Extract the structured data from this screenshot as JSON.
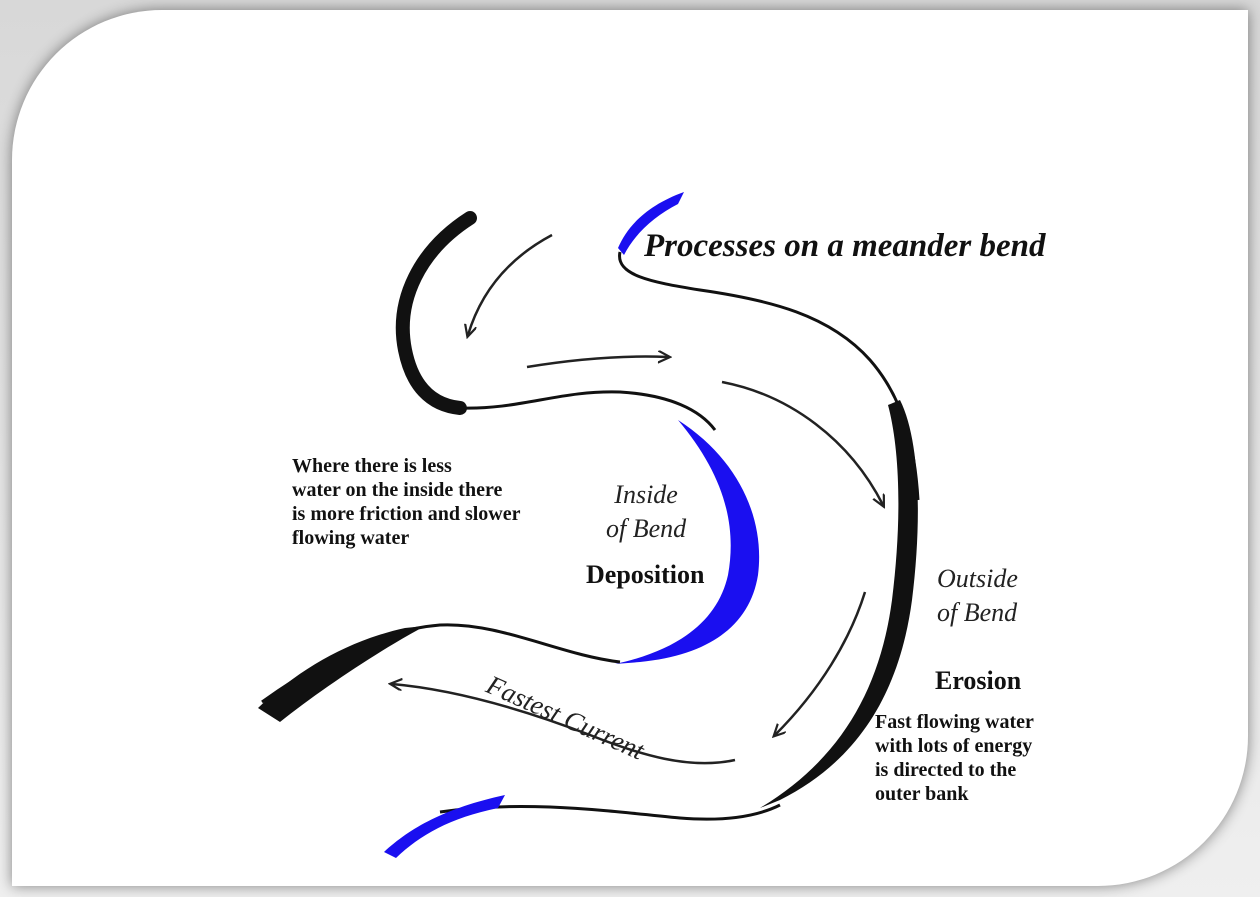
{
  "diagram": {
    "title": "Processes on a meander bend",
    "inside_label_line1": "Inside",
    "inside_label_line2": "of Bend",
    "outside_label_line1": "Outside",
    "outside_label_line2": "of Bend",
    "deposition_label": "Deposition",
    "erosion_label": "Erosion",
    "fastest_current_label": "Fastest Current",
    "inside_note_lines": [
      "Where there is less",
      "water on the inside there",
      "is more friction and slower",
      "flowing water"
    ],
    "outside_note_lines": [
      "Fast flowing water",
      "with lots of energy",
      "is directed to the",
      "outer bank"
    ],
    "colors": {
      "bank_dark": "#111111",
      "deposit_blue": "#1a0ff0",
      "frame_shadow": "#9a9a9a"
    }
  }
}
